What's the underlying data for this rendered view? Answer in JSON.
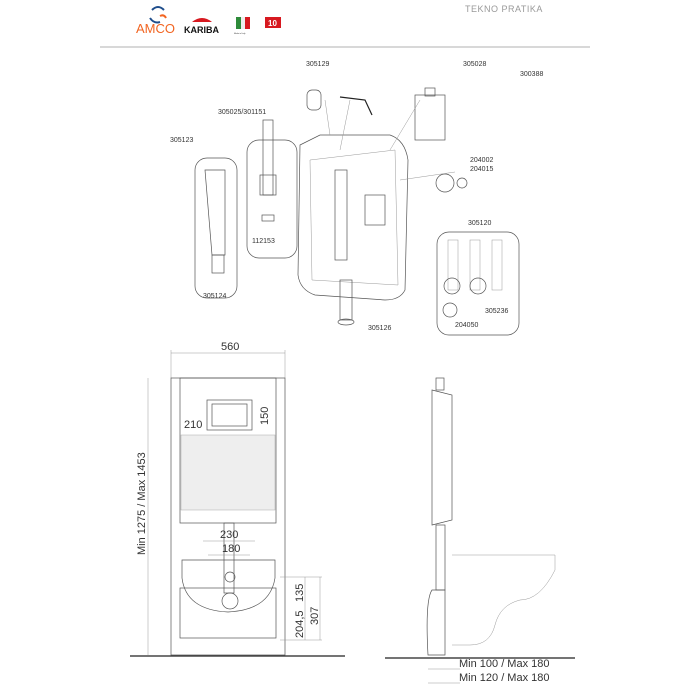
{
  "header": {
    "brand": "AMCO",
    "brand2": "KARIBA",
    "badge_italy": "Made in Italy",
    "badge_warranty": "10",
    "title": "TEKNO PRATIKA",
    "brand_color": "#f26522",
    "accent_color": "#d71920"
  },
  "parts": {
    "p305129": "305129",
    "p305028": "305028",
    "p300388": "300388",
    "p305025": "305025/301151",
    "p305123": "305123",
    "p204002": "204002",
    "p204015": "204015",
    "p305120": "305120",
    "p112153": "112153",
    "p305124": "305124",
    "p305126": "305126",
    "p305236": "305236",
    "p204050": "204050"
  },
  "front": {
    "width": "560",
    "height": "Min 1275 / Max 1453",
    "plate_w": "210",
    "plate_h": "150",
    "d230": "230",
    "d180": "180",
    "d135": "135",
    "d204": "204,5",
    "d307": "307"
  },
  "side": {
    "depth1": "Min 100 / Max 180",
    "depth2": "Min 120 / Max 180"
  }
}
